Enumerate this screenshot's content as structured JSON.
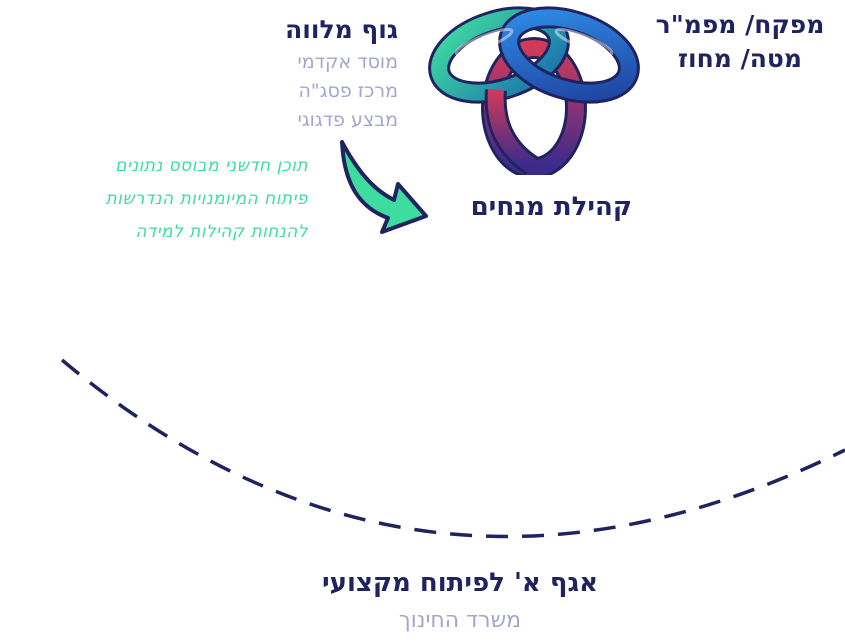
{
  "support_body": {
    "title": "גוף מלווה",
    "items": [
      "מוסד אקדמי",
      "מרכז פסג\"ה",
      "מבצע פדגוגי"
    ]
  },
  "supervisor": {
    "line1": "מפקח/ מפמ\"ר",
    "line2": "מטה/ מחוז"
  },
  "community": {
    "label": "קהילת מנחים"
  },
  "green_notes": {
    "line1": "תוכן חדשני מבוסס נתונים",
    "line2": "פיתוח המיומנויות הנדרשות",
    "line3": "להנחות קהילות למידה"
  },
  "ministry": {
    "department": "אגף א' לפיתוח מקצועי",
    "name": "משרד החינוך"
  },
  "colors": {
    "navy": "#1f2460",
    "lilac": "#a3a6cf",
    "green": "#3fdc9f",
    "loop_teal": "#1aa7a0",
    "loop_blue": "#2a7fd6",
    "loop_red": "#c53453"
  },
  "icons": [
    "trinity-knot-icon",
    "curved-arrow-icon",
    "dashed-arc"
  ]
}
